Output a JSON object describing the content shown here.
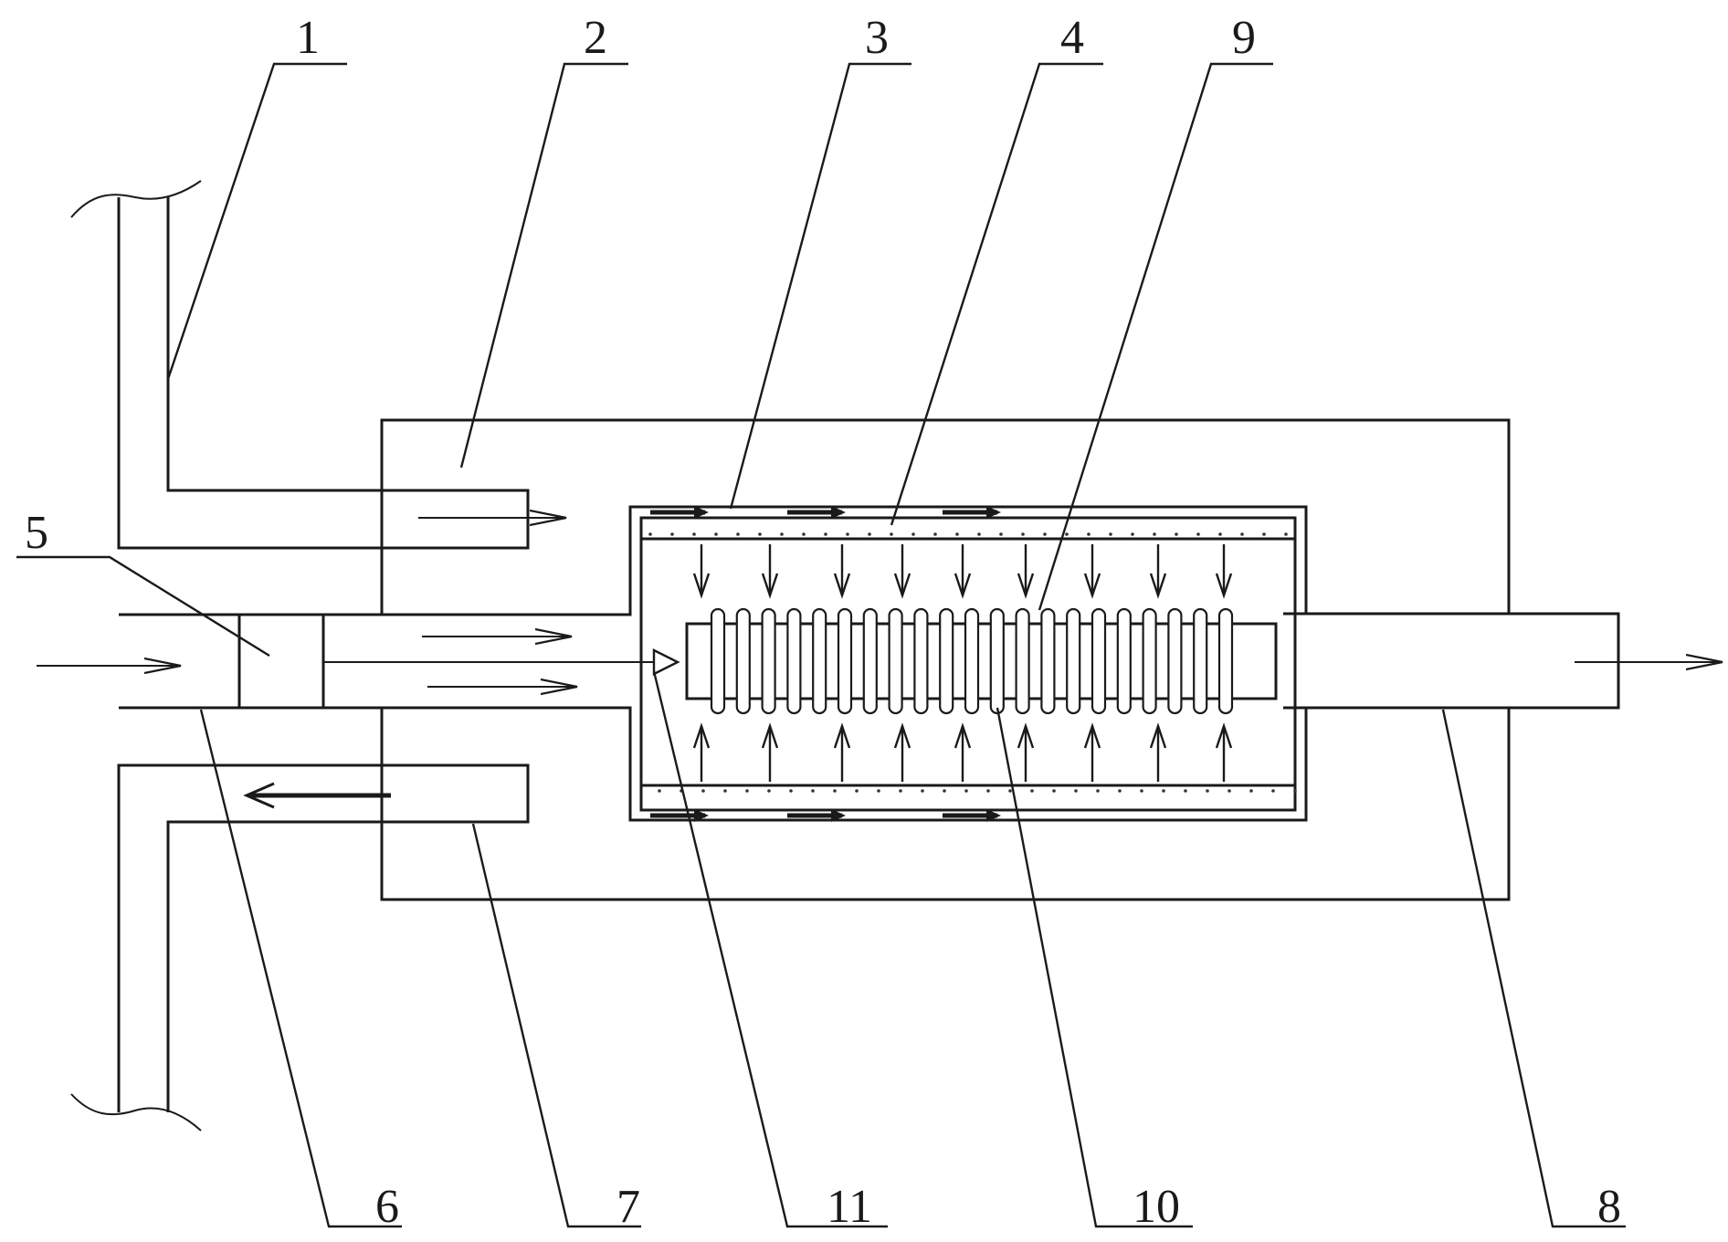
{
  "figure": {
    "kind": "schematic",
    "callouts": [
      "1",
      "2",
      "3",
      "4",
      "9",
      "5",
      "6",
      "7",
      "11",
      "10",
      "8"
    ]
  },
  "colors": {
    "ink": "#1a1a1a",
    "background": "#ffffff"
  }
}
